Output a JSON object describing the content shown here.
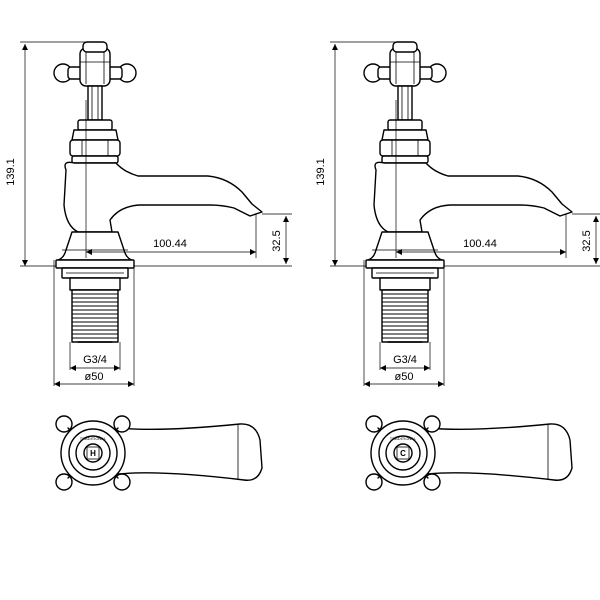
{
  "dimensions": {
    "height": "139.1",
    "spout_reach": "100.44",
    "spout_height": "32.5",
    "thread": "G3/4",
    "base_diameter": "ø50"
  },
  "taps": [
    {
      "id": "hot",
      "indicator": "H",
      "cap_text": "TRADITIONAL"
    },
    {
      "id": "cold",
      "indicator": "C",
      "cap_text": "TRADITIONAL"
    }
  ]
}
